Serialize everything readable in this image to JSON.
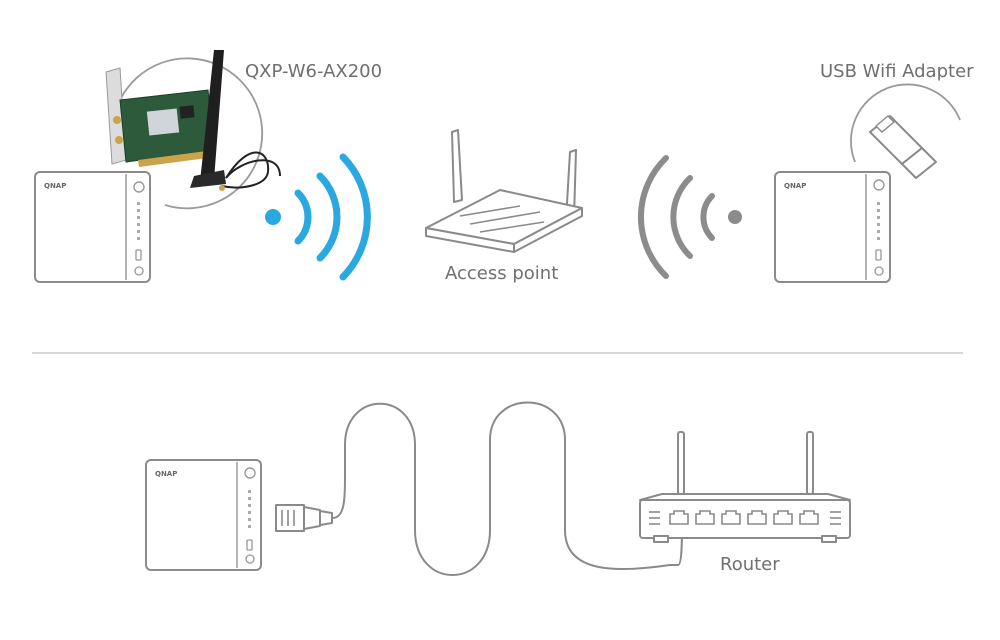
{
  "labels": {
    "card": "QXP-W6-AX200",
    "usb": "USB Wifi Adapter",
    "access_point": "Access point",
    "router": "Router"
  },
  "brand": {
    "logo_text": "QNAP"
  },
  "colors": {
    "wifi_blue": "#2aa8e0",
    "wifi_gray": "#8c8c8c",
    "outline": "#8a8a8a",
    "label": "#6f6f6f",
    "divider": "#cccccc"
  },
  "icons": [
    "nas-icon",
    "pcie-card-icon",
    "antenna-icon",
    "usb-adapter-icon",
    "access-point-icon",
    "router-icon",
    "ethernet-plug-icon",
    "wifi-waves-icon",
    "cable-icon"
  ]
}
